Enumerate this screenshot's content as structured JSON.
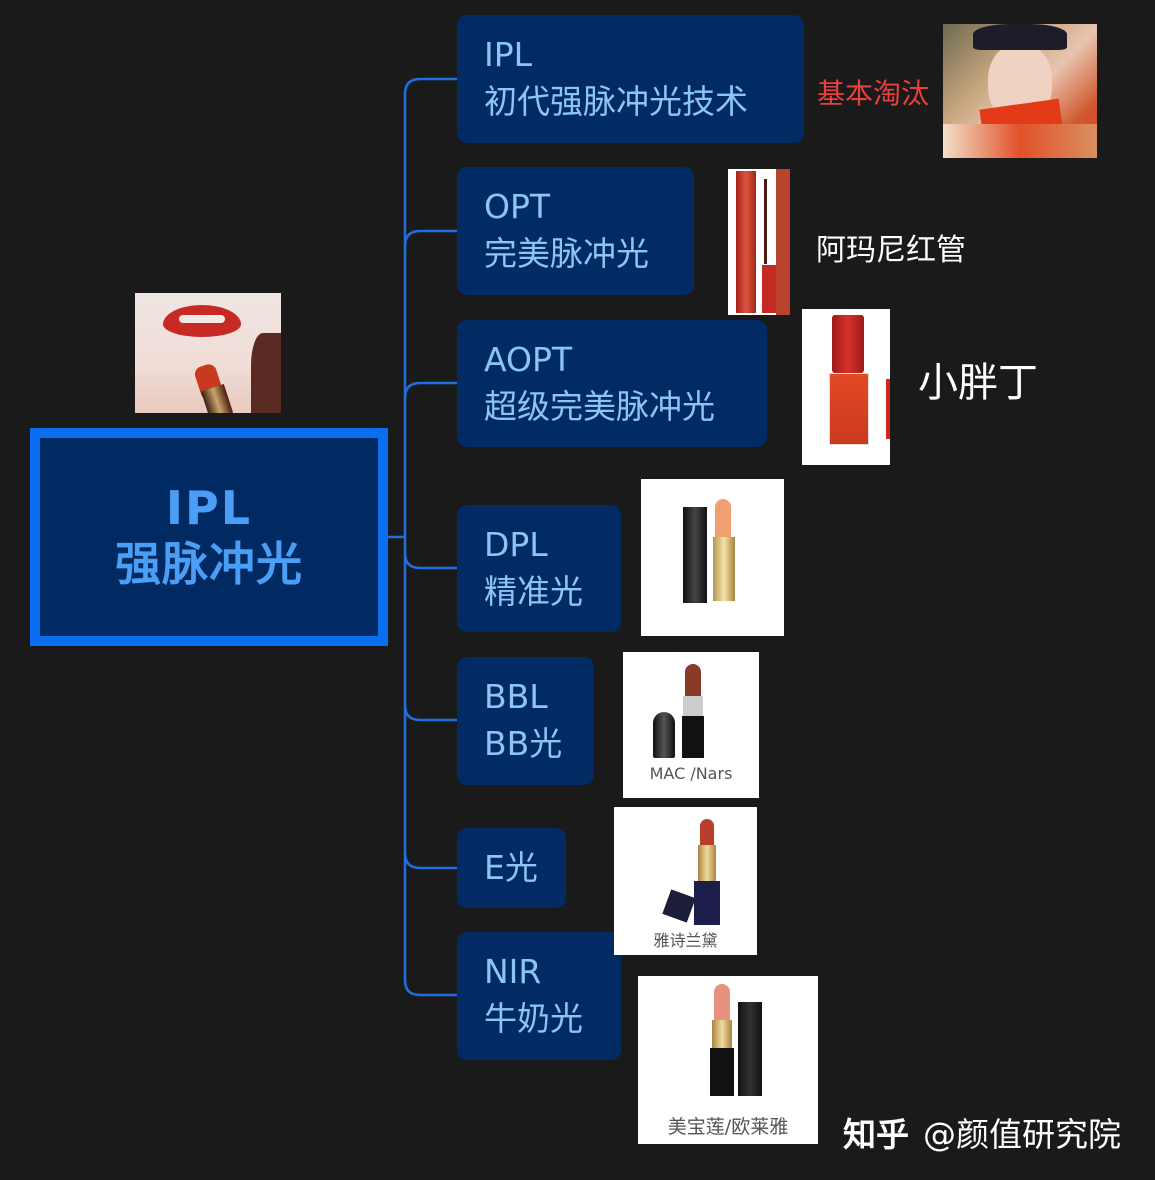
{
  "central": {
    "title": "IPL",
    "subtitle": "强脉冲光"
  },
  "branches": [
    {
      "code": "IPL",
      "name": "初代强脉冲光技术",
      "annotation": "基本淘汰"
    },
    {
      "code": "OPT",
      "name": "完美脉冲光",
      "annotation": "阿玛尼红管"
    },
    {
      "code": "AOPT",
      "name": "超级完美脉冲光",
      "annotation": "小胖丁"
    },
    {
      "code": "DPL",
      "name": "精准光"
    },
    {
      "code": "BBL",
      "name": "BB光",
      "product_caption": "MAC /Nars"
    },
    {
      "code": "",
      "name": "E光",
      "product_caption": "雅诗兰黛"
    },
    {
      "code": "NIR",
      "name": "牛奶光",
      "product_caption": "美宝莲/欧莱雅"
    }
  ],
  "images": {
    "central": "lips-with-red-lipstick-photo",
    "ipl": "actress-in-traditional-costume-photo",
    "opt": "armani-red-tube-lip-gloss",
    "aopt": "armani-lip-magnet-mini",
    "dpl": "chanel-lipstick",
    "bbl": "mac-lipstick",
    "e": "estee-lauder-lipstick",
    "nir": "maybelline-loreal-lipstick"
  },
  "colors": {
    "background": "#1a1a1a",
    "central_border": "#0a6ef0",
    "central_fill": "#022a62",
    "central_text": "#4a9ef6",
    "node_fill": "#022b64",
    "node_text": "#8cc4f5",
    "connector": "#1f6fe0",
    "annotation_red": "#e8403e"
  },
  "watermark": {
    "site": "知乎",
    "handle": "@颜值研究院"
  }
}
